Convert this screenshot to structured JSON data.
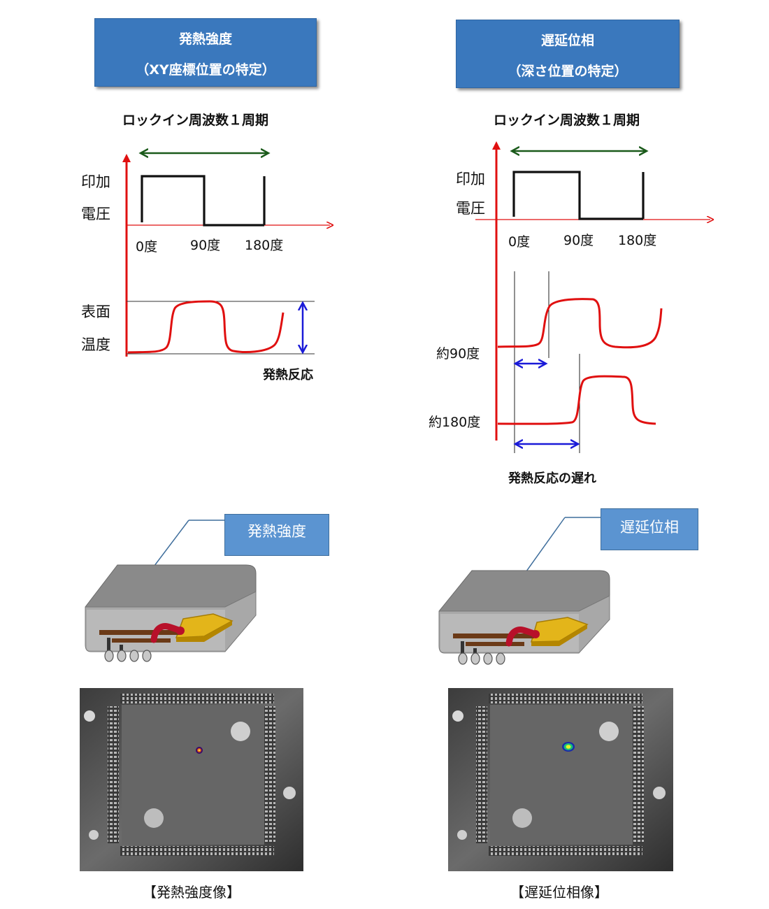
{
  "left": {
    "header": {
      "line1": "発熱強度",
      "line2": "（XY座標位置の特定）"
    },
    "cycle_label": "ロックイン周波数１周期",
    "voltage_label": {
      "line1": "印加",
      "line2": "電圧"
    },
    "ticks": [
      "0度",
      "90度",
      "180度"
    ],
    "temp_label": {
      "line1": "表面",
      "line2": "温度"
    },
    "response_label": "発熱反応",
    "callout": "発熱強度",
    "image_caption": "【発熱強度像】"
  },
  "right": {
    "header": {
      "line1": "遅延位相",
      "line2": "（深さ位置の特定）"
    },
    "cycle_label": "ロックイン周波数１周期",
    "voltage_label": {
      "line1": "印加",
      "line2": "電圧"
    },
    "ticks": [
      "0度",
      "90度",
      "180度"
    ],
    "delay_labels": [
      "約90度",
      "約180度"
    ],
    "response_label": "発熱反応の遅れ",
    "callout": "遅延位相",
    "image_caption": "【遅延位相像】"
  },
  "colors": {
    "header_bg": "#3a78bd",
    "callout_bg": "#5b94d1",
    "axis": "#e01010",
    "signal": "#e01010",
    "period_arrow": "#1a5a1a",
    "amplitude_arrow": "#1a1ad8",
    "square_wave": "#111111"
  }
}
